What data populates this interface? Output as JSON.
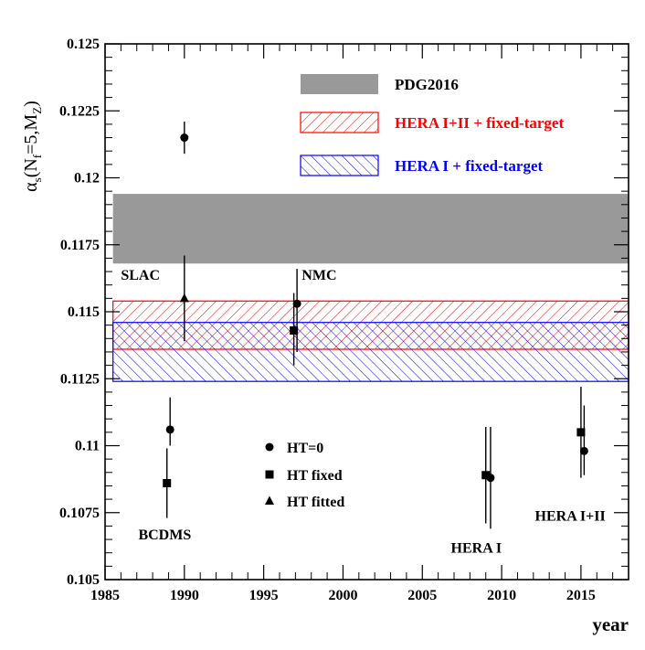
{
  "chart_data": {
    "type": "scatter",
    "xlabel": "year",
    "ylabel": "α_s(N_f=5,M_Z)",
    "ylabel_parts": {
      "alpha": "α",
      "s": "s",
      "open": "(N",
      "f": "f",
      "mid": "=5,M",
      "z": "Z",
      "close": ")"
    },
    "xlim": [
      1985,
      2018
    ],
    "ylim": [
      0.105,
      0.125
    ],
    "x_ticks": [
      1985,
      1990,
      1995,
      2000,
      2005,
      2010,
      2015
    ],
    "x_tick_labels": [
      "1985",
      "1990",
      "1995",
      "2000",
      "2005",
      "2010",
      "2015"
    ],
    "y_ticks": [
      0.105,
      0.1075,
      0.11,
      0.1125,
      0.115,
      0.1175,
      0.12,
      0.1225,
      0.125
    ],
    "y_tick_labels": [
      "0.105",
      "0.1075",
      "0.11",
      "0.1125",
      "0.115",
      "0.1175",
      "0.12",
      "0.1225",
      "0.125"
    ],
    "grid": false,
    "legend_position": "top-right",
    "bands": [
      {
        "name": "PDG2016",
        "label_color": "#000000",
        "fill": "#999999",
        "style": "solid",
        "ymin": 0.1168,
        "ymax": 0.1194
      },
      {
        "name": "HERA I+II + fixed-target",
        "label_color": "#ff0000",
        "fill": "#ff0000",
        "style": "hatch-up",
        "ymin": 0.1136,
        "ymax": 0.1154
      },
      {
        "name": "HERA I + fixed-target",
        "label_color": "#0000ff",
        "fill": "#0000ff",
        "style": "hatch-down",
        "ymin": 0.1124,
        "ymax": 0.1146
      }
    ],
    "marker_legend": [
      {
        "marker": "circle",
        "label": "HT=0"
      },
      {
        "marker": "square",
        "label": "HT fixed"
      },
      {
        "marker": "triangle",
        "label": "HT fitted"
      }
    ],
    "series": [
      {
        "name": "HT=0",
        "marker": "circle",
        "points": [
          {
            "x": 1990.0,
            "y": 0.1215,
            "err_lo": 0.0006,
            "err_hi": 0.0006
          },
          {
            "x": 1989.1,
            "y": 0.1106,
            "err_lo": 0.0006,
            "err_hi": 0.0012
          },
          {
            "x": 1997.1,
            "y": 0.1153,
            "err_lo": 0.0018,
            "err_hi": 0.0013
          },
          {
            "x": 2009.3,
            "y": 0.1088,
            "err_lo": 0.0019,
            "err_hi": 0.0019
          },
          {
            "x": 2015.2,
            "y": 0.1098,
            "err_lo": 0.0009,
            "err_hi": 0.0017
          }
        ]
      },
      {
        "name": "HT fixed",
        "marker": "square",
        "points": [
          {
            "x": 1988.9,
            "y": 0.1086,
            "err_lo": 0.0013,
            "err_hi": 0.0013
          },
          {
            "x": 1996.9,
            "y": 0.1143,
            "err_lo": 0.0013,
            "err_hi": 0.0014
          },
          {
            "x": 2009.0,
            "y": 0.1089,
            "err_lo": 0.0018,
            "err_hi": 0.0018
          },
          {
            "x": 2015.0,
            "y": 0.1105,
            "err_lo": 0.0017,
            "err_hi": 0.0017
          }
        ]
      },
      {
        "name": "HT fitted",
        "marker": "triangle",
        "points": [
          {
            "x": 1990.0,
            "y": 0.1155,
            "err_lo": 0.0016,
            "err_hi": 0.0016
          }
        ]
      }
    ],
    "annotations": [
      {
        "text": "SLAC",
        "x": 1986.0,
        "y": 0.1162
      },
      {
        "text": "NMC",
        "x": 1997.4,
        "y": 0.1162
      },
      {
        "text": "BCDMS",
        "x": 1987.1,
        "y": 0.1065
      },
      {
        "text": "HERA I",
        "x": 2006.8,
        "y": 0.106
      },
      {
        "text": "HERA I+II",
        "x": 2012.1,
        "y": 0.1072
      }
    ]
  }
}
